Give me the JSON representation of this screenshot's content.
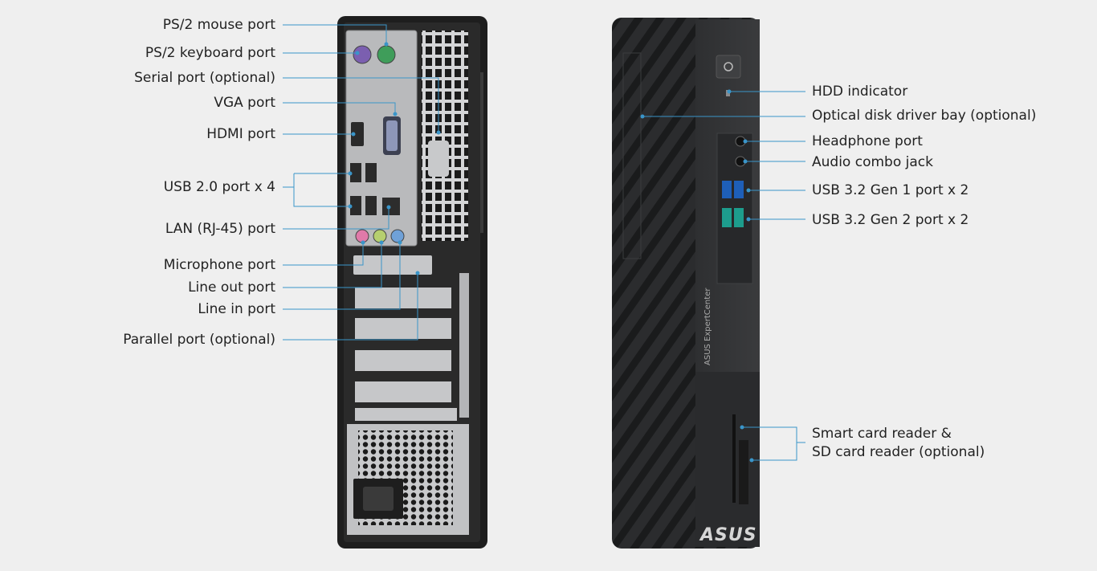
{
  "colors": {
    "background": "#efefef",
    "leader_line": "#3a95c9",
    "case_black": "#1e1e1e",
    "panel_silver": "#c8c9cb",
    "front_panel": "#2a2b2d"
  },
  "rear_labels": [
    "PS/2 mouse port",
    "PS/2 keyboard port",
    "Serial port (optional)",
    "VGA port",
    "HDMI port",
    "USB 2.0 port x 4",
    "LAN (RJ-45) port",
    "Microphone port",
    "Line out port",
    "Line in port",
    "Parallel port (optional)"
  ],
  "front_labels": [
    "HDD indicator",
    "Optical disk driver bay (optional)",
    "Headphone port",
    "Audio combo jack",
    "USB 3.2 Gen 1 port x 2",
    "USB 3.2 Gen 2 port x 2",
    "Smart card reader &",
    "SD card reader (optional)"
  ],
  "front_panel": {
    "model_text": "ASUS ExpertCenter",
    "logo_text": "ASUS"
  }
}
